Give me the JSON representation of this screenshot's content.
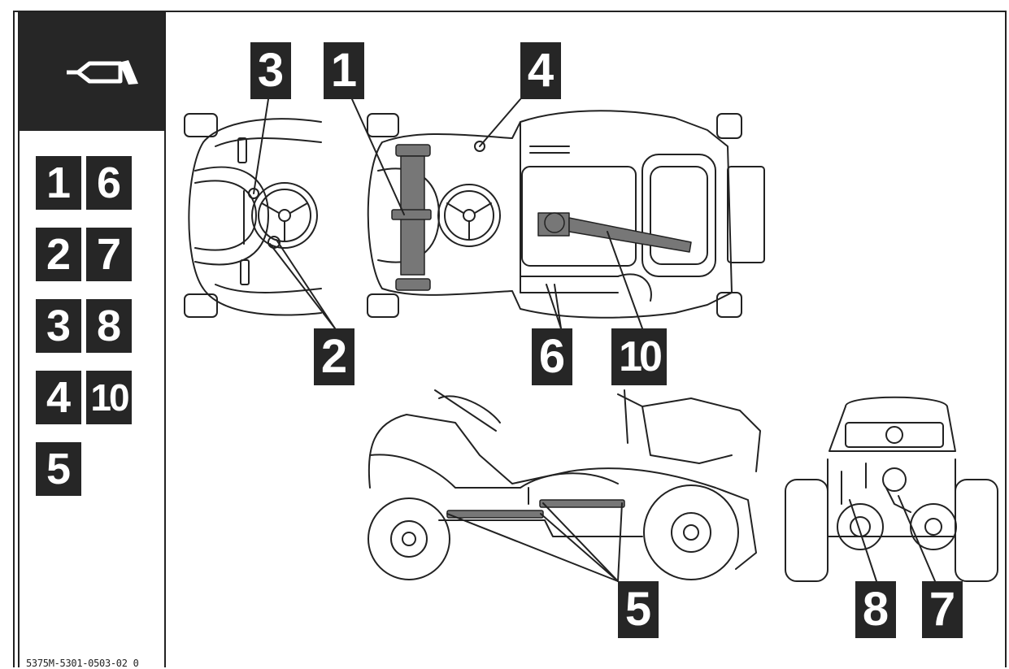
{
  "document_code": "5375M-5301-0503-02 0",
  "legend": {
    "header_icon": "grease-gun-icon",
    "items": [
      "1",
      "6",
      "2",
      "7",
      "3",
      "8",
      "4",
      "10",
      "5"
    ]
  },
  "callouts": {
    "c1": "1",
    "c2": "2",
    "c3": "3",
    "c4": "4",
    "c5": "5",
    "c6": "6",
    "c7": "7",
    "c8": "8",
    "c10": "10"
  }
}
